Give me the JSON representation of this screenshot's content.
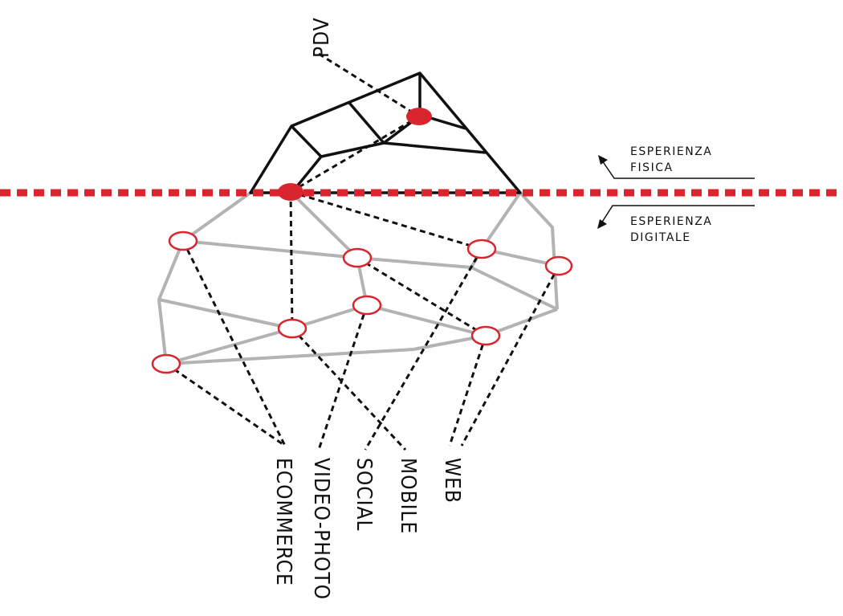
{
  "labels": {
    "pdv": "PDV",
    "ecommerce": "ECOMMERCE",
    "video_photo": "VIDEO-PHOTO",
    "social": "SOCIAL",
    "mobile": "MOBILE",
    "web": "WEB"
  },
  "legend": {
    "physical_line1": "ESPERIENZA",
    "physical_line2": "FISICA",
    "digital_line1": "ESPERIENZA",
    "digital_line2": "DIGITALE"
  },
  "colors": {
    "accent": "#d9252e",
    "network": "#b3b3b3",
    "ink": "#111111"
  }
}
